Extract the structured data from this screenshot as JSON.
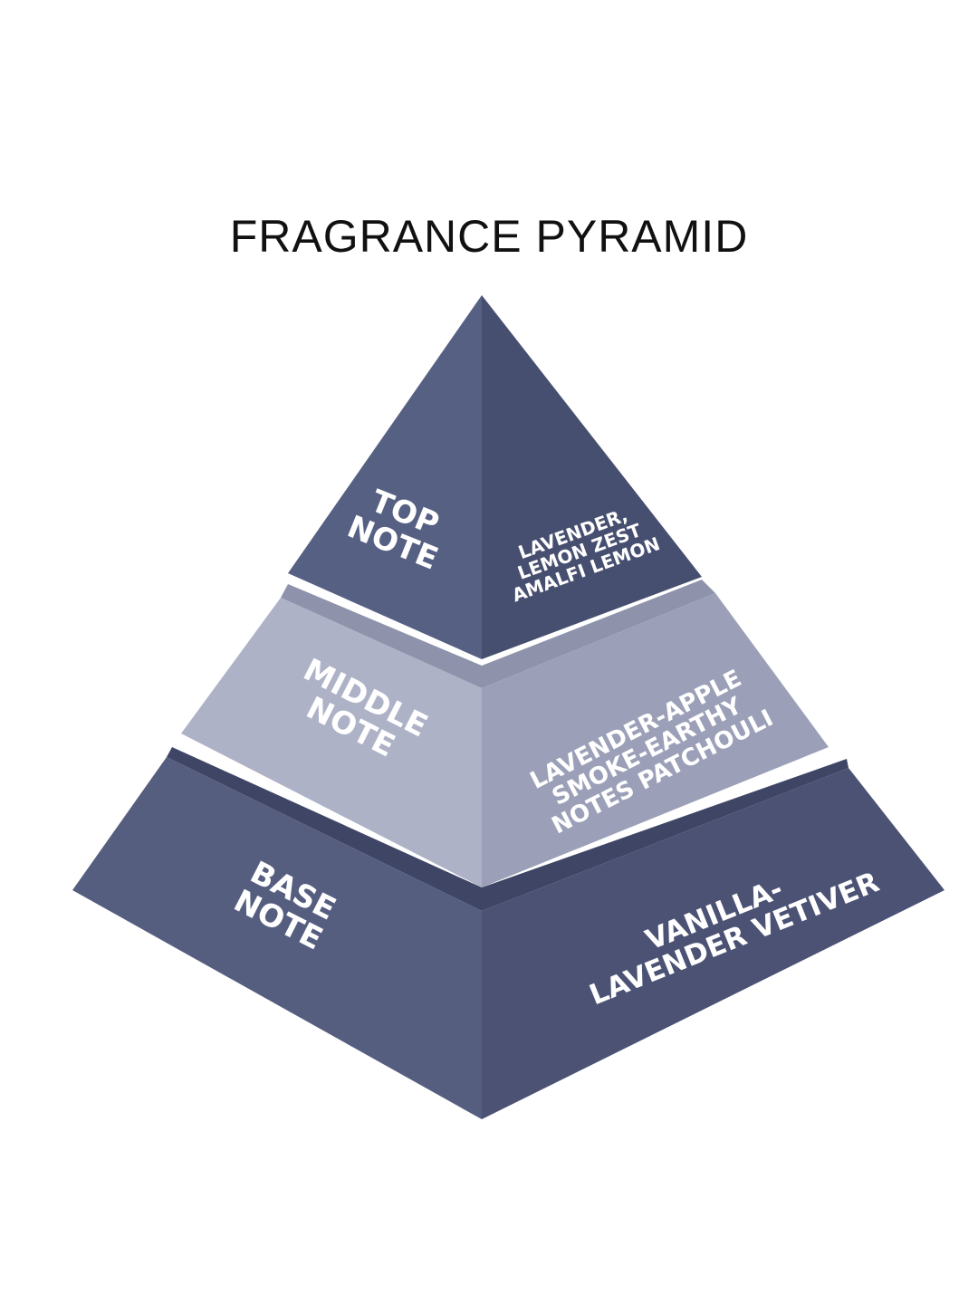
{
  "title": "FRAGRANCE PYRAMID",
  "tiers": [
    {
      "name": "TOP NOTE",
      "label_lines": [
        "TOP",
        "NOTE"
      ],
      "notes_lines": [
        "LAVENDER,",
        "LEMON ZEST",
        "AMALFI LEMON"
      ]
    },
    {
      "name": "MIDDLE NOTE",
      "label_lines": [
        "MIDDLE",
        "NOTE"
      ],
      "notes_lines": [
        "LAVENDER-APPLE",
        "SMOKE-EARTHY",
        "NOTES PATCHOULI"
      ]
    },
    {
      "name": "BASE NOTE",
      "label_lines": [
        "BASE",
        "NOTE"
      ],
      "notes_lines": [
        "VANILLA-",
        "LAVENDER VETIVER"
      ]
    }
  ],
  "colors": {
    "top_left": "#566082",
    "top_right": "#474f70",
    "mid_band": "#8e93ab",
    "mid_left": "#aeb2c7",
    "mid_right": "#9ba0b8",
    "base_band": "#3f4565",
    "base_left": "#565e80",
    "base_right": "#4b5274"
  }
}
